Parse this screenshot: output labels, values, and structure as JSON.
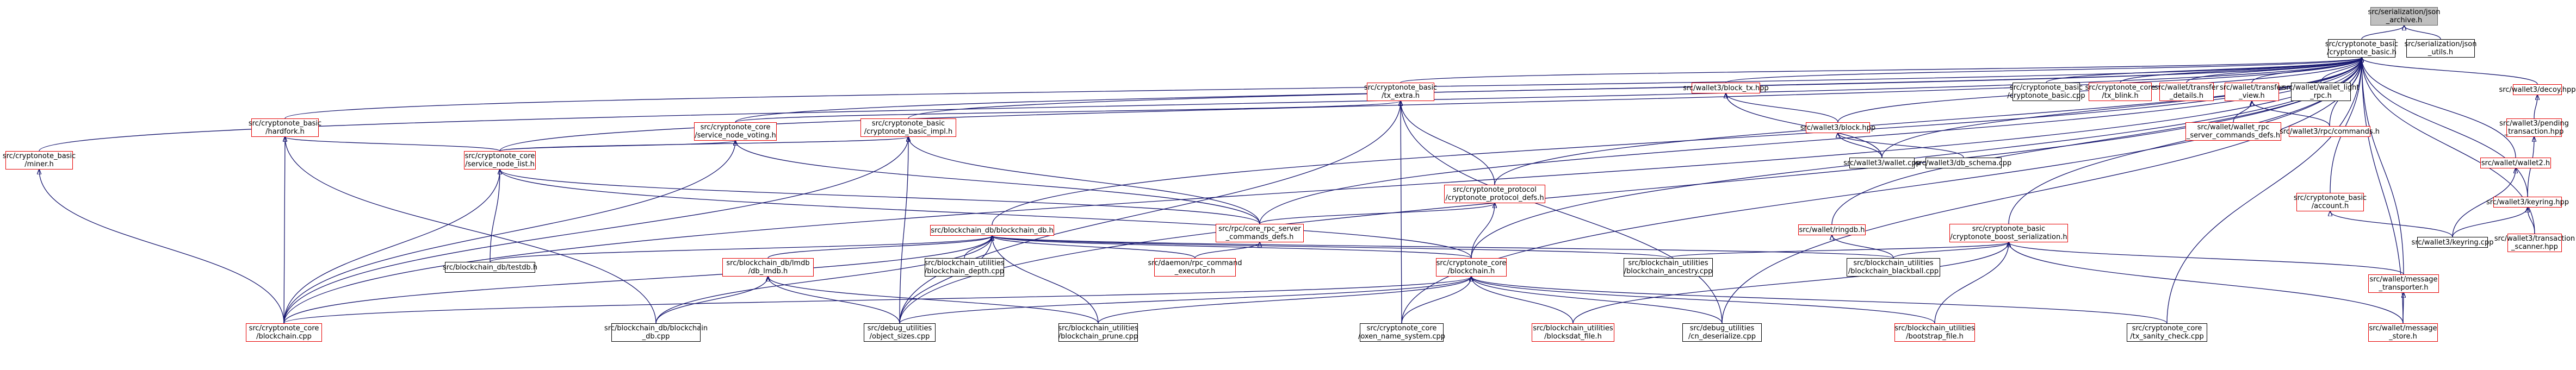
{
  "graph": {
    "arrow_color": "#191970",
    "colors": {
      "linked": "#e60000",
      "unlinked": "#000000",
      "root_fill": "#bfbfbf",
      "root_border": "#666666"
    },
    "nodes": {
      "archive": [
        "src/serialization/json",
        "_archive.h"
      ],
      "basic": [
        "src/cryptonote_basic",
        "/cryptonote_basic.h"
      ],
      "json_utils": [
        "src/serialization/json",
        "_utils.h"
      ],
      "tx_extra": [
        "src/cryptonote_basic",
        "/tx_extra.h"
      ],
      "hardfork": [
        "src/cryptonote_basic",
        "/hardfork.h"
      ],
      "svc_voting": [
        "src/cryptonote_core",
        "/service_node_voting.h"
      ],
      "basic_impl": [
        "src/cryptonote_basic",
        "/cryptonote_basic_impl.h"
      ],
      "miner": [
        "src/cryptonote_basic",
        "/miner.h"
      ],
      "svc_list": [
        "src/cryptonote_core",
        "/service_node_list.h"
      ],
      "proto_defs": [
        "src/cryptonote_protocol",
        "/cryptonote_protocol_defs.h"
      ],
      "rpc_defs": [
        "src/rpc/core_rpc_server",
        "_commands_defs.h"
      ],
      "bc_db": [
        "src/blockchain_db/blockchain_db.h"
      ],
      "lmdb": [
        "src/blockchain_db/lmdb",
        "/db_lmdb.h"
      ],
      "testdb": [
        "src/blockchain_db/testdb.h"
      ],
      "bc_depth": [
        "src/blockchain_utilities",
        "/blockchain_depth.cpp"
      ],
      "daemon_exec": [
        "src/daemon/rpc_command",
        "_executor.h"
      ],
      "core_bc_h": [
        "src/cryptonote_core",
        "/blockchain.h"
      ],
      "ancestry": [
        "src/blockchain_utilities",
        "/blockchain_ancestry.cpp"
      ],
      "blackball": [
        "src/blockchain_utilities",
        "/blockchain_blackball.cpp"
      ],
      "ringdb": [
        "src/wallet/ringdb.h"
      ],
      "boost_ser": [
        "src/cryptonote_basic",
        "/cryptonote_boost_serialization.h"
      ],
      "bc_cpp": [
        "src/cryptonote_core",
        "/blockchain.cpp"
      ],
      "bcdb_cpp": [
        "src/blockchain_db/blockchain",
        "_db.cpp"
      ],
      "obj_sizes": [
        "src/debug_utilities",
        "/object_sizes.cpp"
      ],
      "bc_prune": [
        "src/blockchain_utilities",
        "/blockchain_prune.cpp"
      ],
      "lns": [
        "src/cryptonote_core",
        "/oxen_name_system.cpp"
      ],
      "blocksdat": [
        "src/blockchain_utilities",
        "/blocksdat_file.h"
      ],
      "deserialize": [
        "src/debug_utilities",
        "/cn_deserialize.cpp"
      ],
      "bootstrap": [
        "src/blockchain_utilities",
        "/bootstrap_file.h"
      ],
      "sanity": [
        "src/cryptonote_core",
        "/tx_sanity_check.cpp"
      ],
      "msg_store": [
        "src/wallet/message",
        "_store.h"
      ],
      "msg_transp": [
        "src/wallet/message",
        "_transporter.h"
      ],
      "decoy": [
        "src/wallet3/decoy.hpp"
      ],
      "pending": [
        "src/wallet3/pending",
        "_transaction.hpp"
      ],
      "w2": [
        "src/wallet/wallet2.h"
      ],
      "account": [
        "src/cryptonote_basic",
        "/account.h"
      ],
      "keyring_hpp": [
        "src/wallet3/keyring.hpp"
      ],
      "keyring_cpp": [
        "src/wallet3/keyring.cpp"
      ],
      "tx_scanner": [
        "src/wallet3/transaction",
        "_scanner.hpp"
      ],
      "block_tx": [
        "src/wallet3/block_tx.hpp"
      ],
      "block_hpp": [
        "src/wallet3/block.hpp"
      ],
      "wallet_cpp": [
        "src/wallet3/wallet.cpp"
      ],
      "db_schema": [
        "src/wallet3/db_schema.cpp"
      ],
      "basic_cpp": [
        "src/cryptonote_basic",
        "/cryptonote_basic.cpp"
      ],
      "tx_blink": [
        "src/cryptonote_core",
        "/tx_blink.h"
      ],
      "xfer_details": [
        "src/wallet/transfer",
        "_details.h"
      ],
      "xfer_view": [
        "src/wallet/transfer",
        "_view.h"
      ],
      "wallet_rpc": [
        "src/wallet/wallet_rpc",
        "_server_commands_defs.h"
      ],
      "rpc_commands": [
        "src/wallet3/rpc/commands.h"
      ],
      "light_rpc": [
        "src/wallet/wallet_light",
        "_rpc.h"
      ]
    }
  }
}
